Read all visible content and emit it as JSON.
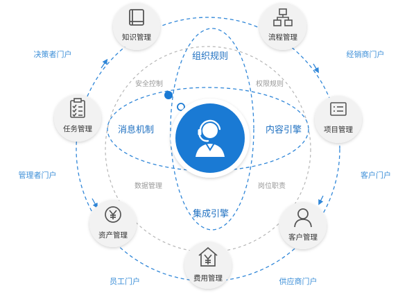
{
  "modules": {
    "knowledge": {
      "label": "知识管理",
      "icon": "book-icon"
    },
    "process": {
      "label": "流程管理",
      "icon": "flowchart-icon"
    },
    "project": {
      "label": "项目管理",
      "icon": "list-document-icon"
    },
    "customer": {
      "label": "客户管理",
      "icon": "person-icon"
    },
    "expense": {
      "label": "费用管理",
      "icon": "yen-house-icon"
    },
    "asset": {
      "label": "资产管理",
      "icon": "yen-circle-icon"
    },
    "task": {
      "label": "任务管理",
      "icon": "checklist-icon"
    }
  },
  "portals": {
    "decision": "决策者门户",
    "dealer": "经销商门户",
    "client": "客户门户",
    "supplier": "供应商门户",
    "employee": "员工门户",
    "manager": "管理者门户"
  },
  "mechanisms": {
    "org_rules": "组织规则",
    "message": "消息机制",
    "content_engine": "内容引擎",
    "integration_engine": "集成引擎"
  },
  "controls": {
    "security": "安全控制",
    "permission": "权限规则",
    "data": "数据管理",
    "position": "岗位职责"
  },
  "center": {
    "icon": "headset-person-icon"
  },
  "colors": {
    "accent": "#1a7ad4",
    "dashed_blue": "#2f86d8",
    "dashed_gray": "#b5b5b5",
    "module_fill": "#f2f2f2",
    "module_icon": "#555555",
    "portal_text": "#3d8fd8",
    "mechanism_text": "#1d6fc0",
    "control_text": "#9a9a9a"
  }
}
